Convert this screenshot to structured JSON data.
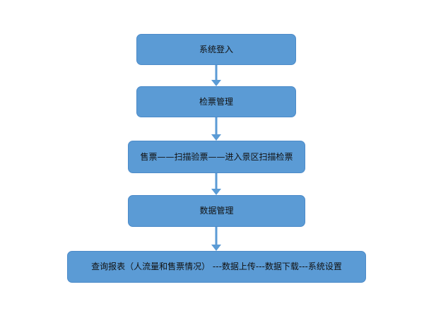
{
  "diagram": {
    "type": "flowchart",
    "direction": "top-down",
    "nodes": [
      {
        "label": "系统登入"
      },
      {
        "label": "检票管理"
      },
      {
        "label": "售票——扫描验票——进入景区扫描检票"
      },
      {
        "label": "数据管理"
      },
      {
        "label": "查询报表（人流量和售票情况） ---数据上传---数据下载---系统设置"
      }
    ],
    "colors": {
      "node_fill": "#5B9BD5",
      "node_border": "#4D8BC9",
      "arrow": "#5B9BD5",
      "text": "#111111",
      "background": "#FFFFFF"
    }
  }
}
